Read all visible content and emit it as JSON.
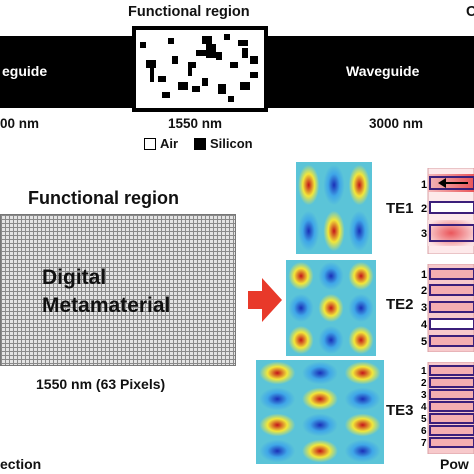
{
  "top": {
    "title": "Functional region",
    "corner_partial": "C",
    "waveguide_left": "eguide",
    "waveguide_right": "Waveguide",
    "dim_left": "00 nm",
    "dim_center": "1550 nm",
    "dim_right": "3000 nm",
    "legend_air": "Air",
    "legend_silicon": "Silicon"
  },
  "left_panel": {
    "title": "Functional region",
    "line1": "Digital",
    "line2": "Metamaterial",
    "caption": "1550 nm (63 Pixels)",
    "bottom_partial": "ection"
  },
  "modes": [
    {
      "label": "TE1",
      "rows": 2,
      "cols": 3
    },
    {
      "label": "TE2",
      "rows": 3,
      "cols": 3
    },
    {
      "label": "TE3",
      "rows": 4,
      "cols": 3
    }
  ],
  "right_panel": {
    "te1_ports": [
      "1",
      "2",
      "3"
    ],
    "te2_ports": [
      "1",
      "2",
      "3",
      "4",
      "5"
    ],
    "te3_ports": [
      "1",
      "2",
      "3",
      "4",
      "5",
      "6",
      "7"
    ],
    "bottom_partial": "Pow"
  },
  "colors": {
    "silicon": "#000000",
    "arrow": "#e8392a",
    "port_outline": "#3b1f7a",
    "port_glow": "#e8454a",
    "mode_background": "#5bc4d8"
  }
}
